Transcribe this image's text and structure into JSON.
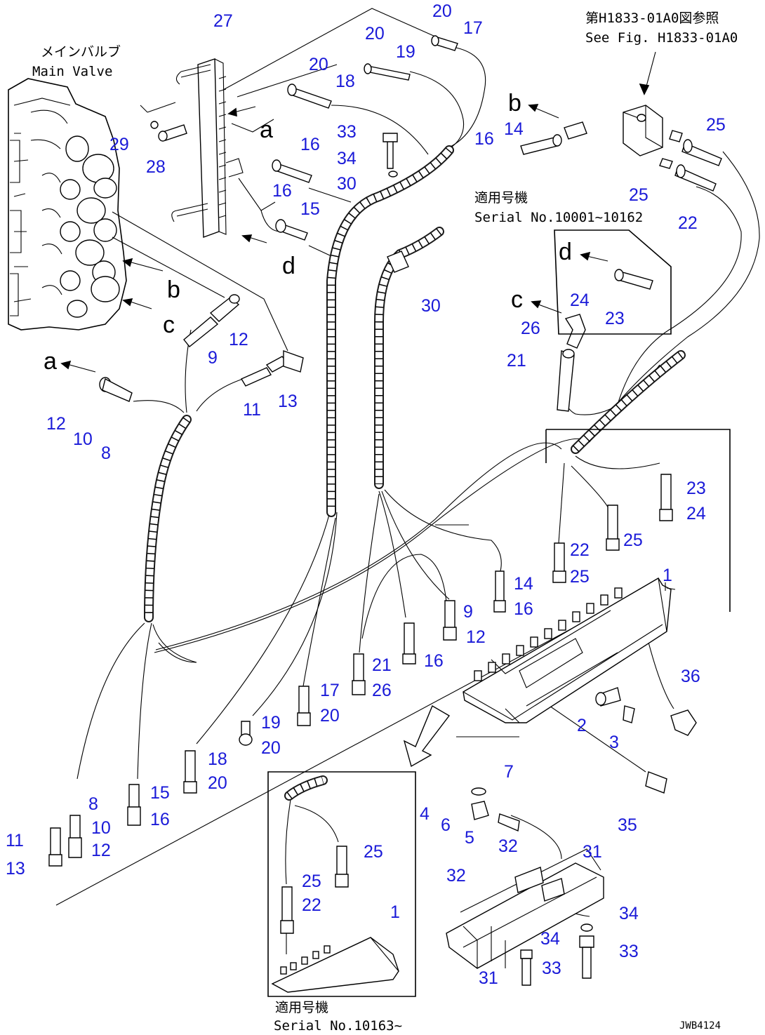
{
  "notes": {
    "main_valve_jp": "メインバルブ",
    "main_valve_en": "Main Valve",
    "ref_jp": "第H1833-01A0図参照",
    "ref_en": "See Fig. H1833-01A0",
    "serial_top_jp": "適用号機",
    "serial_top_en": "Serial No.10001~10162",
    "serial_bottom_jp": "適用号機",
    "serial_bottom_en": "Serial No.10163~",
    "drawing_code": "JWB4124"
  },
  "view_letters": [
    "a",
    "b",
    "c",
    "d"
  ],
  "callouts": [
    "1",
    "2",
    "3",
    "4",
    "5",
    "6",
    "7",
    "8",
    "9",
    "10",
    "11",
    "12",
    "13",
    "14",
    "15",
    "16",
    "17",
    "18",
    "19",
    "20",
    "21",
    "22",
    "23",
    "24",
    "25",
    "26",
    "27",
    "28",
    "29",
    "30",
    "31",
    "32",
    "33",
    "34",
    "35",
    "36"
  ]
}
